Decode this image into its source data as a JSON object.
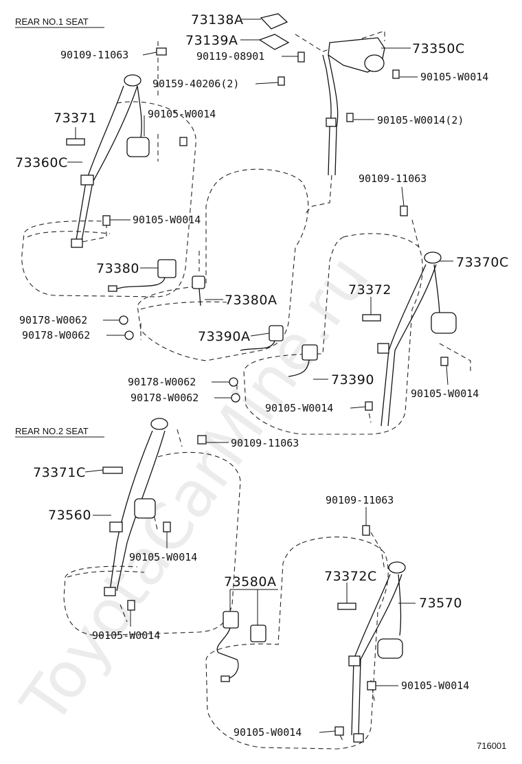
{
  "watermark": "ToyotaCarMine.ru",
  "sections": {
    "rear_no1": "REAR  NO.1  SEAT",
    "rear_no2": "REAR  NO.2  SEAT"
  },
  "figure_id": "716001",
  "labels": {
    "p73138A": "73138A",
    "p73139A": "73139A",
    "p73350C": "73350C",
    "p90109_11063_a": "90109-11063",
    "p90119_08901": "90119-08901",
    "p90159_40206": "90159-40206(2)",
    "p90105_W0014_a": "90105-W0014",
    "p73371": "73371",
    "p90105_W0014_b": "90105-W0014",
    "p73360C": "73360C",
    "p90105_W0014_2": "90105-W0014(2)",
    "p90109_11063_b": "90109-11063",
    "p90105_W0014_c": "90105-W0014",
    "p73380": "73380",
    "p73370C": "73370C",
    "p73372": "73372",
    "p73380A": "73380A",
    "p90178_W0062_a": "90178-W0062",
    "p90178_W0062_b": "90178-W0062",
    "p73390A": "73390A",
    "p90178_W0062_c": "90178-W0062",
    "p73390": "73390",
    "p90178_W0062_d": "90178-W0062",
    "p90105_W0014_d": "90105-W0014",
    "p90105_W0014_e": "90105-W0014",
    "p90109_11063_c": "90109-11063",
    "p73371C": "73371C",
    "p73560": "73560",
    "p90105_W0014_f": "90105-W0014",
    "p90109_11063_d": "90109-11063",
    "p73580A": "73580A",
    "p73372C": "73372C",
    "p73570": "73570",
    "p90105_W0014_g": "90105-W0014",
    "p90105_W0014_h": "90105-W0014",
    "p90105_W0014_i": "90105-W0014"
  }
}
